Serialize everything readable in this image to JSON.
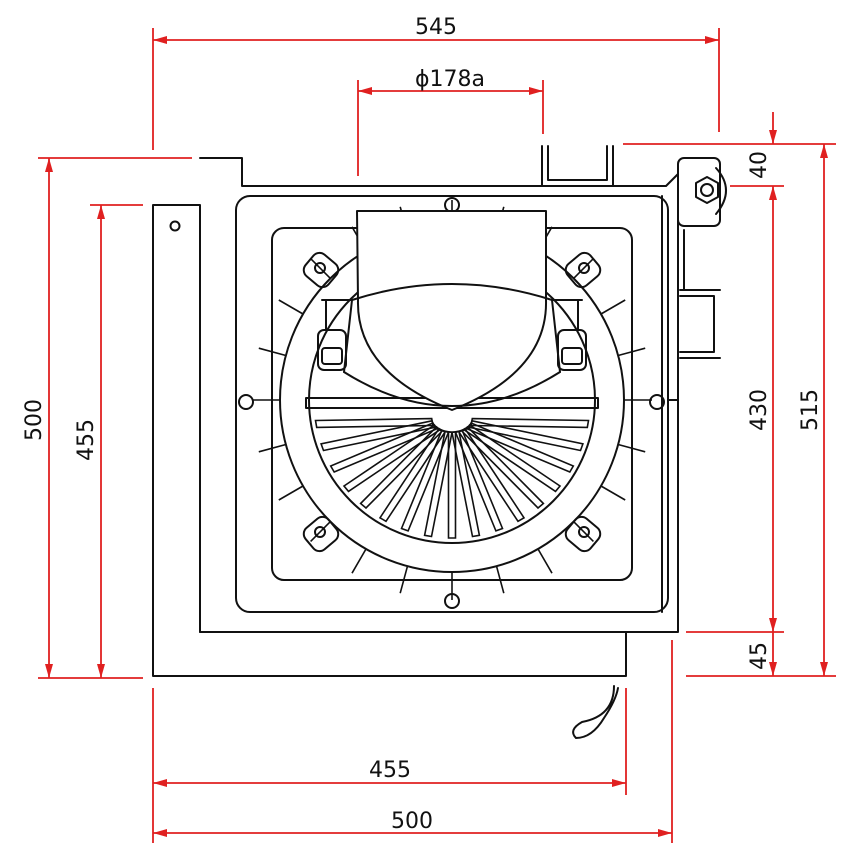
{
  "colors": {
    "dimension": "#e02020",
    "outline": "#111111",
    "background": "#ffffff"
  },
  "dimensions": {
    "top_overall_width": "545",
    "outlet_diameter": "ϕ178a",
    "left_outer_height": "500",
    "left_inner_height": "455",
    "right_top_offset": "40",
    "right_middle_height": "430",
    "right_overall_height": "515",
    "right_bottom_offset": "45",
    "bottom_inner_width": "455",
    "bottom_outer_width": "500"
  }
}
